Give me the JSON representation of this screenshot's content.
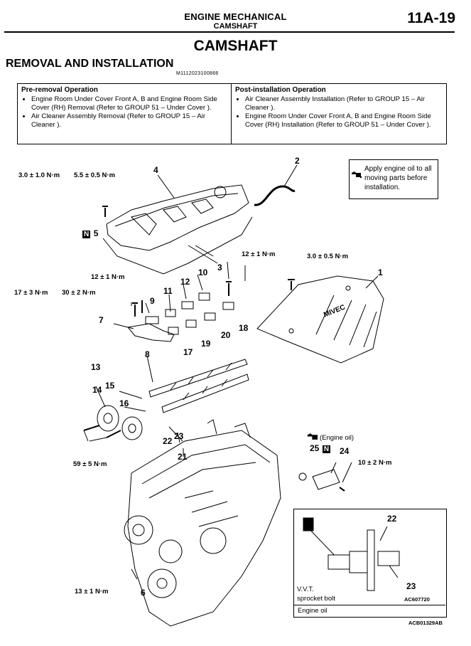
{
  "header": {
    "section_title": "ENGINE MECHANICAL",
    "section_subtitle": "CAMSHAFT",
    "page_number": "11A-19"
  },
  "page_title": "CAMSHAFT",
  "section_heading": "REMOVAL AND INSTALLATION",
  "document_id": "M1112023100866",
  "operations": {
    "pre_removal": {
      "heading": "Pre-removal Operation",
      "items": [
        "Engine Room Under Cover Front A, B and Engine Room Side Cover (RH) Removal (Refer to GROUP 51 – Under Cover ).",
        "Air Cleaner Assembly Removal (Refer to GROUP 15 – Air Cleaner )."
      ]
    },
    "post_installation": {
      "heading": "Post-installation Operation",
      "items": [
        "Air Cleaner Assembly Installation (Refer to GROUP 15 – Air Cleaner ).",
        "Engine Room Under Cover Front A, B and Engine Room Side Cover (RH) Installation (Refer to GROUP 51 – Under Cover )."
      ]
    }
  },
  "note_box": {
    "text": "Apply engine oil to all moving parts before installation.",
    "icon": "oil-can-icon"
  },
  "diagram": {
    "torques": {
      "t1": "3.0 ± 1.0 N·m",
      "t2": "5.5 ± 0.5 N·m",
      "t3": "12 ± 1 N·m",
      "t4": "3.0 ± 0.5 N·m",
      "t5": "12 ± 1 N·m",
      "t6": "17 ± 3 N·m",
      "t7": "30 ± 2 N·m",
      "t8": "59 ± 5 N·m",
      "t9": "10 ± 2 N·m",
      "t10": "13 ± 1 N·m"
    },
    "callouts": {
      "c1": "1",
      "c2": "2",
      "c3": "3",
      "c4": "4",
      "c5": "5",
      "c6": "6",
      "c7": "7",
      "c8": "8",
      "c9": "9",
      "c10": "10",
      "c11": "11",
      "c12": "12",
      "c13": "13",
      "c14": "14",
      "c15": "15",
      "c16": "16",
      "c17": "17",
      "c18": "18",
      "c19": "19",
      "c20": "20",
      "c21": "21",
      "c22": "22",
      "c23": "23",
      "c24": "24",
      "c25": "25"
    },
    "n_mark": "N",
    "engine_oil_label": "(Engine oil)",
    "brand_text": "MIVEC"
  },
  "inset": {
    "callout_a": "22",
    "callout_b": "23",
    "vvt_label_1": "V.V.T.",
    "vvt_label_2": "sprocket bolt",
    "ref": "AC607720",
    "footer": "Engine oil"
  },
  "figure_ref": "ACB01329AB"
}
